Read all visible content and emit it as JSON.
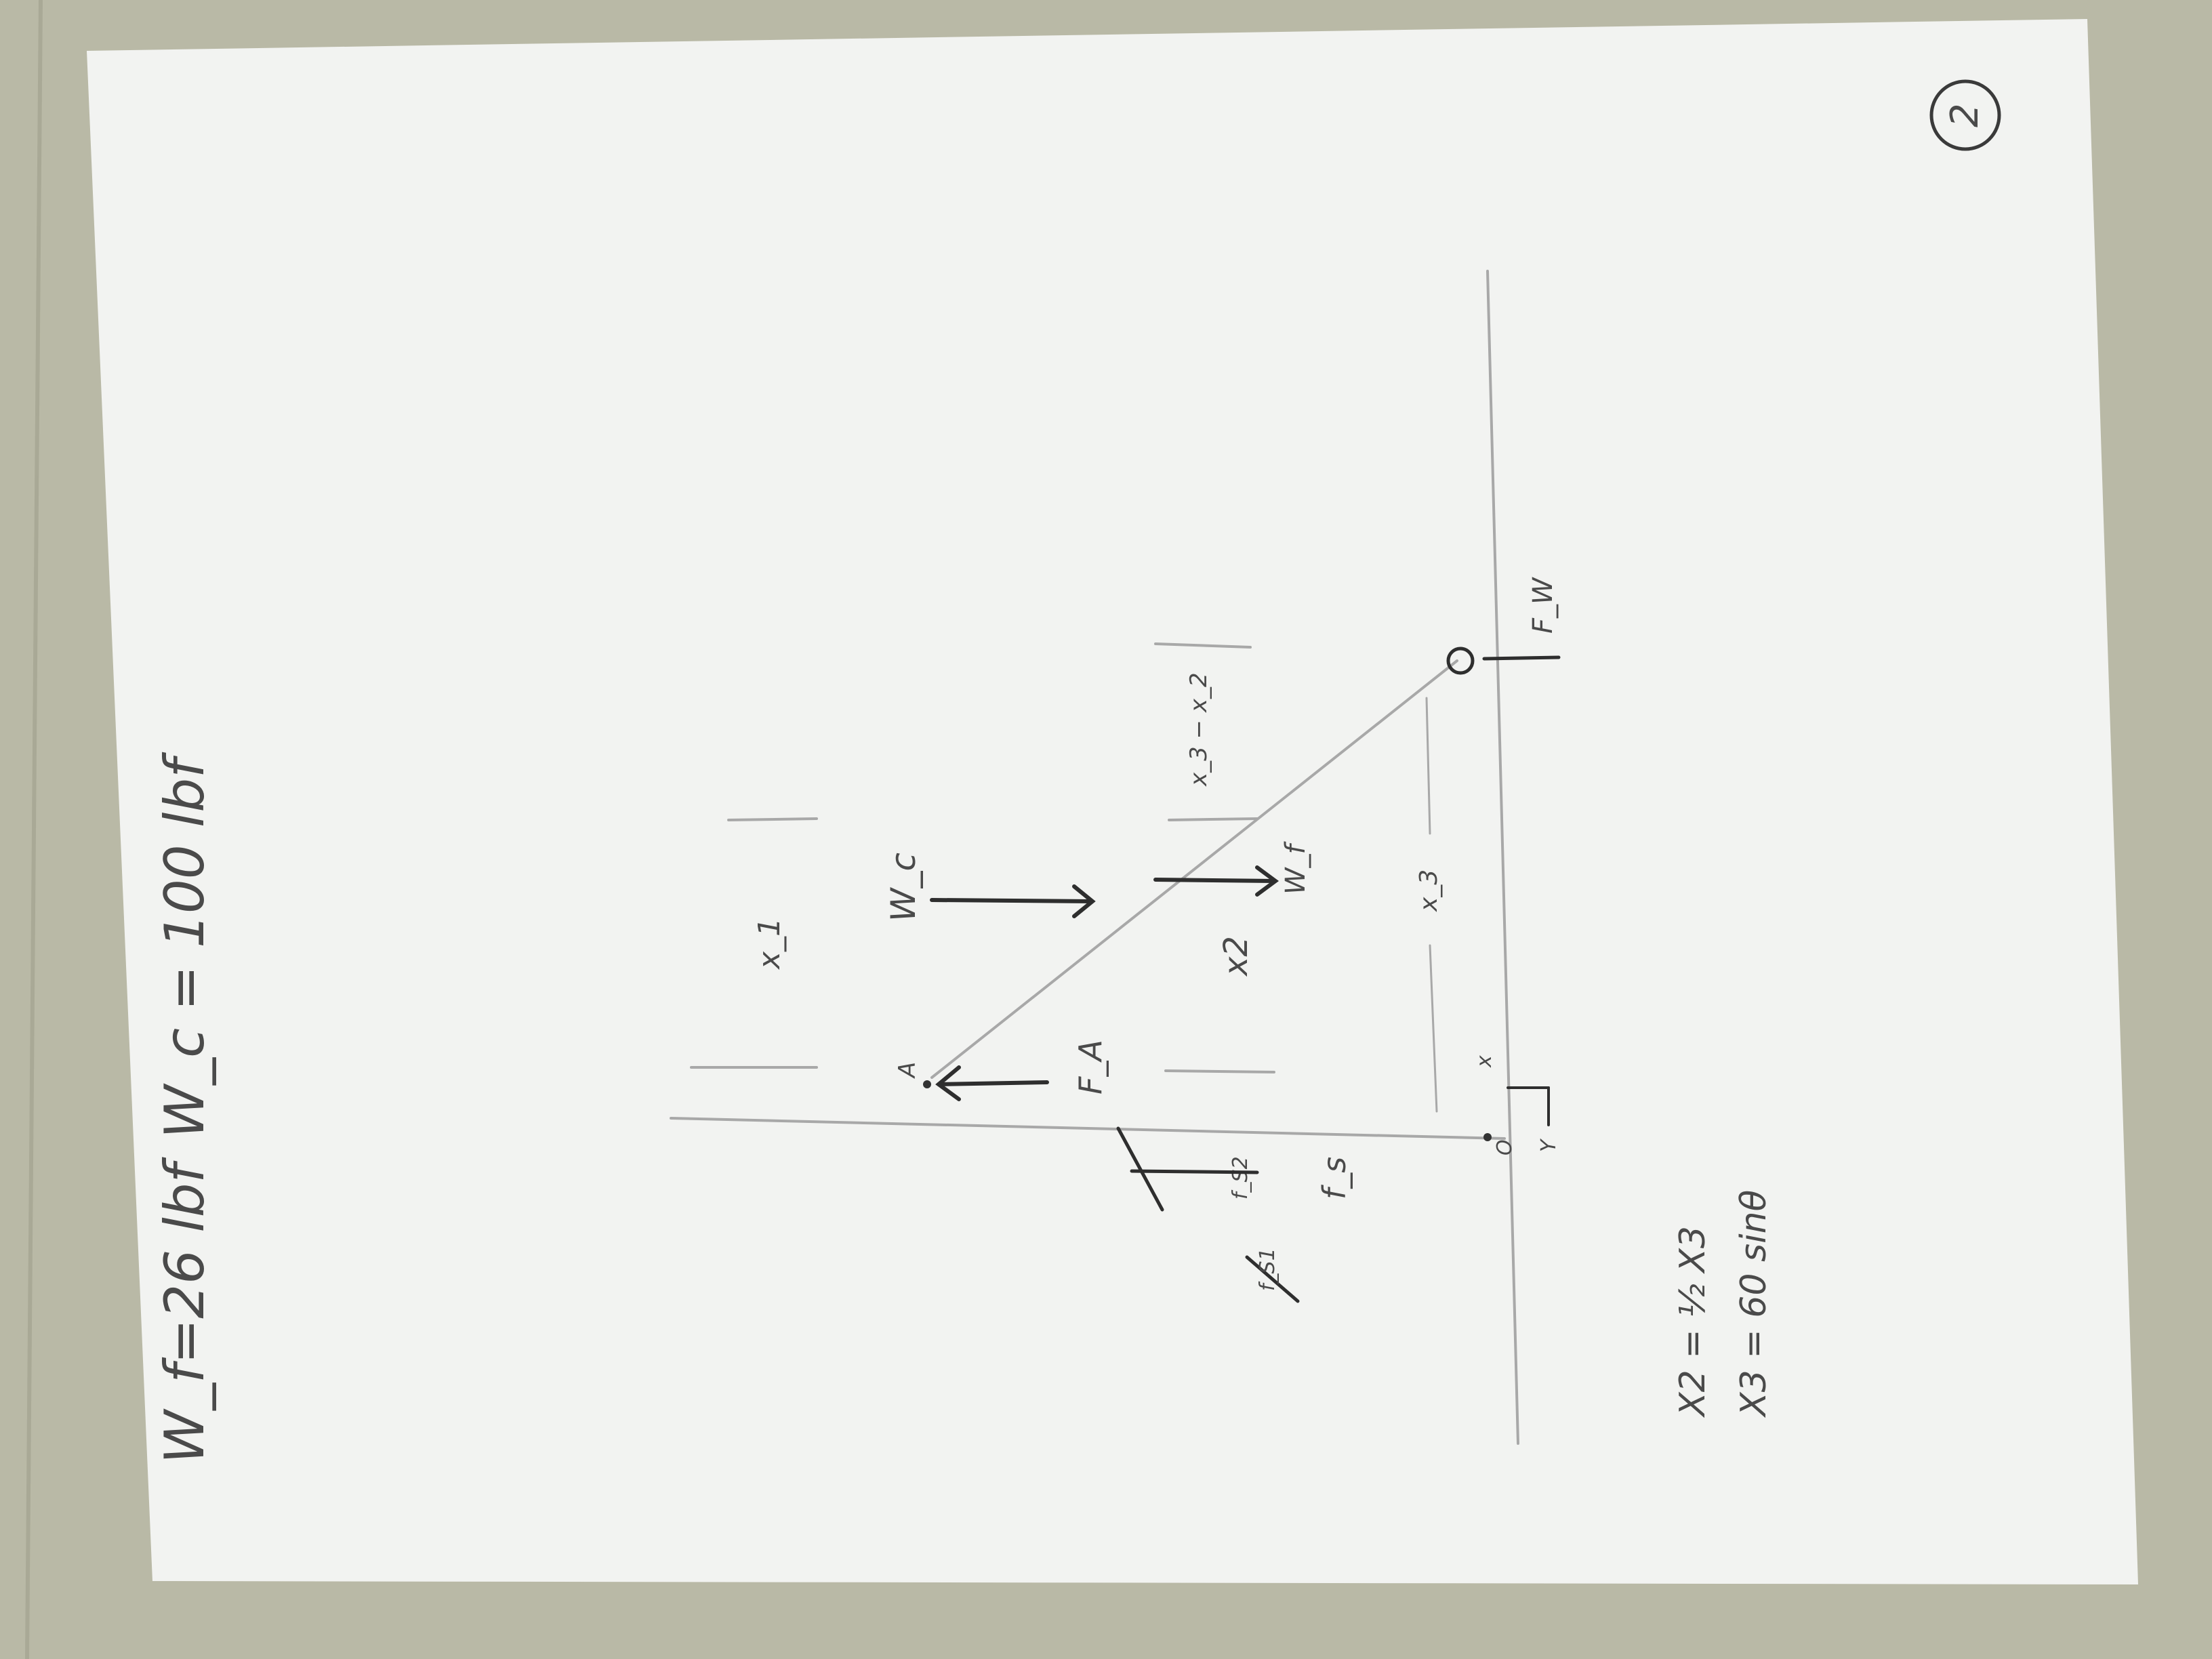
{
  "photo": {
    "background_color": "#b9b9a6",
    "paper_color": "#f2f3f1",
    "ink_color": "#3a3a3a"
  },
  "header": {
    "wf": "W_f=26 lbf",
    "wc": "W_c = 100 lbf"
  },
  "page_number": "2",
  "labels": {
    "point_a": "A",
    "point_o": "O",
    "force_a": "F_A",
    "force_w": "F_W",
    "weight_c": "W_c",
    "weight_f": "W_f",
    "force_s": "f_s",
    "force_s1": "f_S1",
    "force_s2": "f_S2",
    "dim_x1": "x_1",
    "dim_x2": "x2",
    "dim_x3": "x_3",
    "dim_x3_minus_x2": "x_3 − x_2",
    "axis_x": "x",
    "axis_y": "Y"
  },
  "equations": {
    "eq1": "X2 = ½ X3",
    "eq2": "X3 = 60 sinθ"
  }
}
